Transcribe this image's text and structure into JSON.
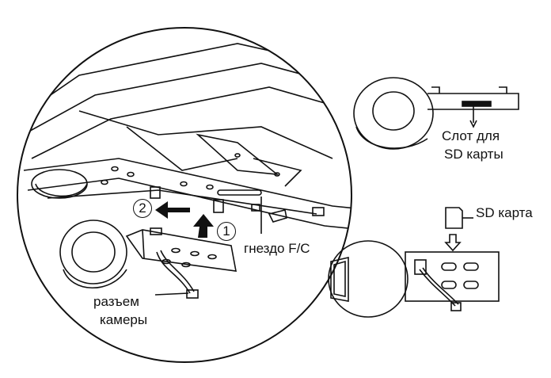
{
  "labels": {
    "sd_slot_line1": "Слот для",
    "sd_slot_line2": "SD карты",
    "sd_card": "SD карта",
    "fc_socket": "гнездо F/C",
    "camera_connector_line1": "разъем",
    "camera_connector_line2": "камеры"
  },
  "steps": {
    "step1": "1",
    "step2": "2"
  }
}
